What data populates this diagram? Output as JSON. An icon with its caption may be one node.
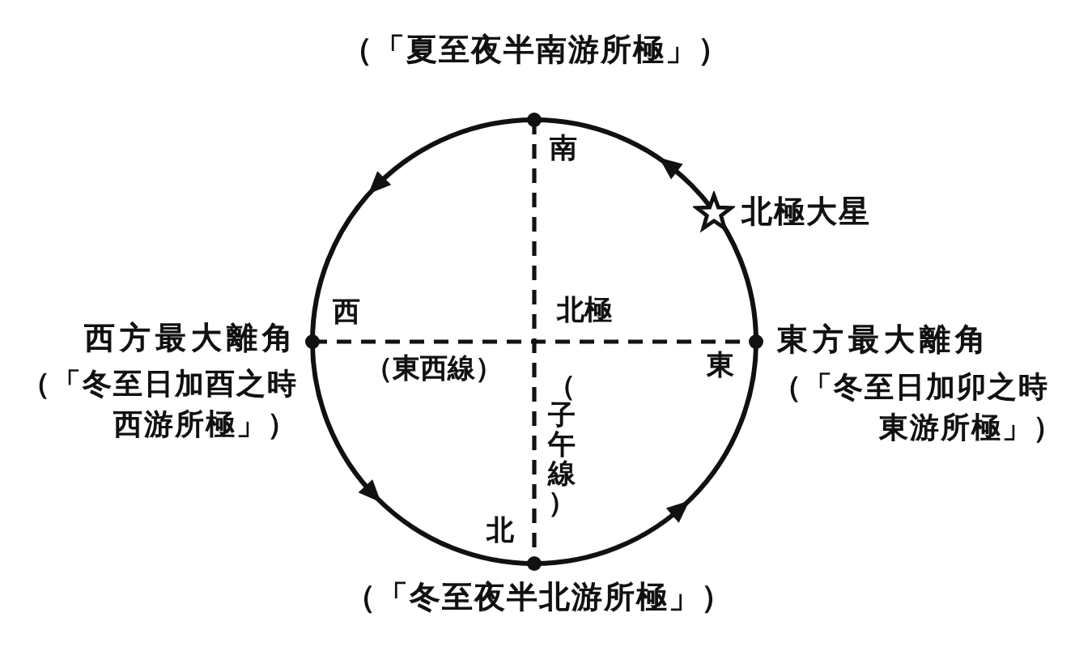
{
  "diagram": {
    "labels": [
      "（「夏至夜半南游所極」）",
      "南",
      "北極大星",
      "西",
      "北極",
      "西方最大離角",
      "東方最大離角",
      "（「冬至日加酉之時西游所極」）",
      "（東西線）",
      "東",
      "（「冬至日加卯之時東游所極」）",
      "（子午線）",
      "北",
      "（「冬至夜半北游所極」）"
    ]
  }
}
